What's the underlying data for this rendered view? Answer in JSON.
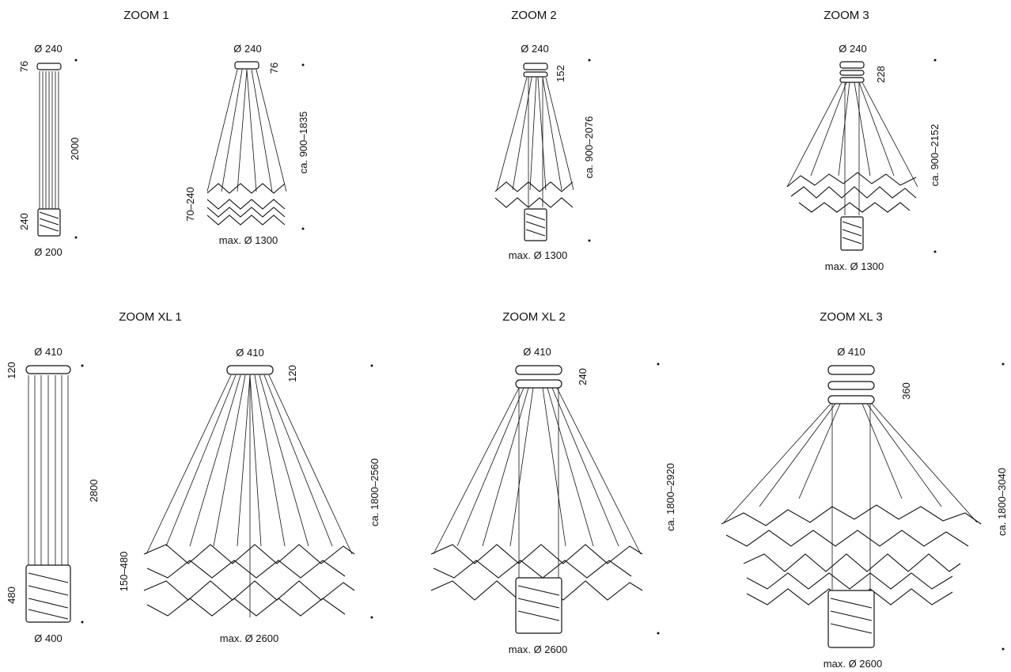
{
  "zoom1": {
    "title": "ZOOM 1",
    "closed": {
      "diameter_top": "Ø 240",
      "canopy_height": "76",
      "cable_length": "2000",
      "body_height": "240",
      "diameter_bottom": "Ø 200"
    },
    "open": {
      "diameter_top": "Ø 240",
      "canopy_height": "76",
      "total_height": "ca. 900–1835",
      "band_height": "70–240",
      "max_diameter": "max. Ø 1300"
    }
  },
  "zoom2": {
    "title": "ZOOM 2",
    "diameter_top": "Ø 240",
    "canopy_height": "152",
    "total_height": "ca. 900–2076",
    "max_diameter": "max. Ø 1300"
  },
  "zoom3": {
    "title": "ZOOM 3",
    "diameter_top": "Ø 240",
    "canopy_height": "228",
    "total_height": "ca. 900–2152",
    "max_diameter": "max. Ø 1300"
  },
  "zoomxl1": {
    "title": "ZOOM XL 1",
    "closed": {
      "diameter_top": "Ø 410",
      "canopy_height": "120",
      "cable_length": "2800",
      "body_height": "480",
      "diameter_bottom": "Ø 400"
    },
    "open": {
      "diameter_top": "Ø 410",
      "canopy_height": "120",
      "total_height": "ca. 1800–2560",
      "band_height": "150–480",
      "max_diameter": "max. Ø 2600"
    }
  },
  "zoomxl2": {
    "title": "ZOOM XL 2",
    "diameter_top": "Ø 410",
    "canopy_height": "240",
    "total_height": "ca. 1800–2920",
    "max_diameter": "max. Ø 2600"
  },
  "zoomxl3": {
    "title": "ZOOM XL 3",
    "diameter_top": "Ø 410",
    "canopy_height": "360",
    "total_height": "ca. 1800–3040",
    "max_diameter": "max. Ø 2600"
  }
}
